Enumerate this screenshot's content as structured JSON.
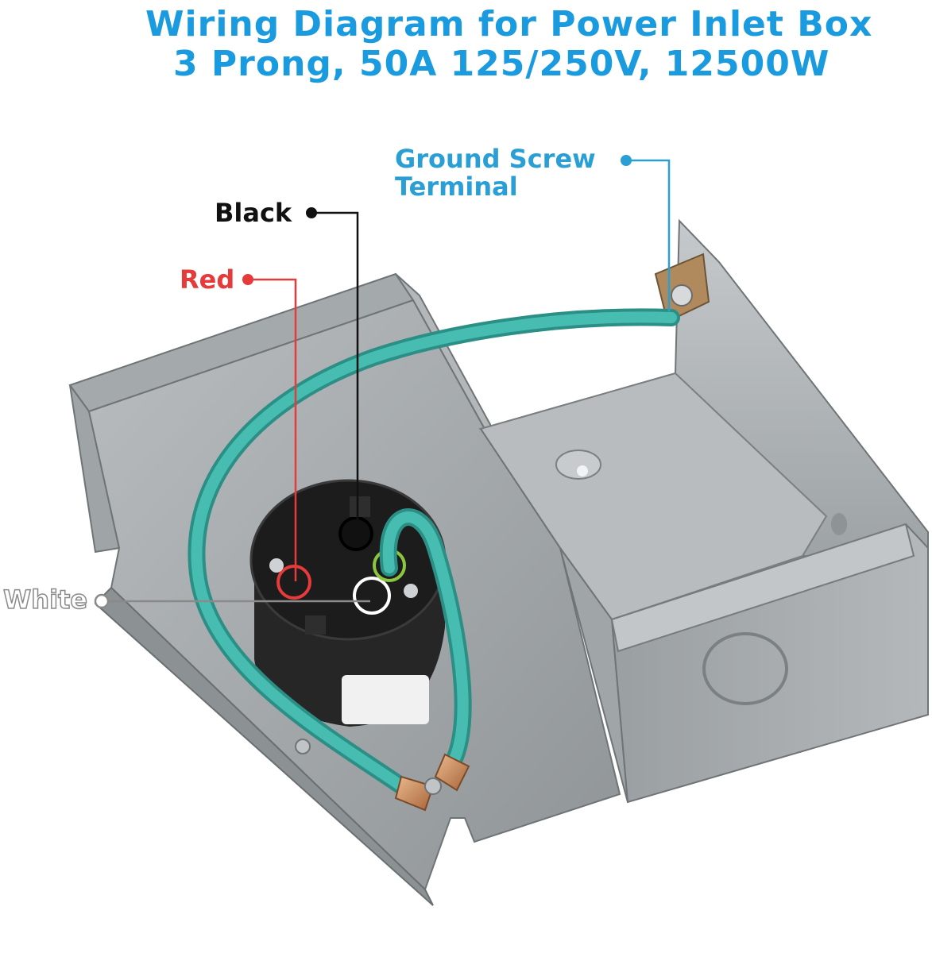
{
  "header": {
    "title_line1": "Wiring Diagram for Power Inlet Box",
    "title_line2": "3 Prong, 50A 125/250V, 12500W"
  },
  "labels": {
    "ground_line1": "Ground Screw",
    "ground_line2": "Terminal",
    "black": "Black",
    "red": "Red",
    "white": "White"
  },
  "colors": {
    "title": "#1a9be0",
    "ground": "#2a9fd6",
    "black": "#111111",
    "red": "#e63b3b",
    "white_outline": "#8a8a8a",
    "box_metal": "#a7acaf",
    "wire_green": "#3fb2a8",
    "lug_copper": "#c98a55"
  }
}
